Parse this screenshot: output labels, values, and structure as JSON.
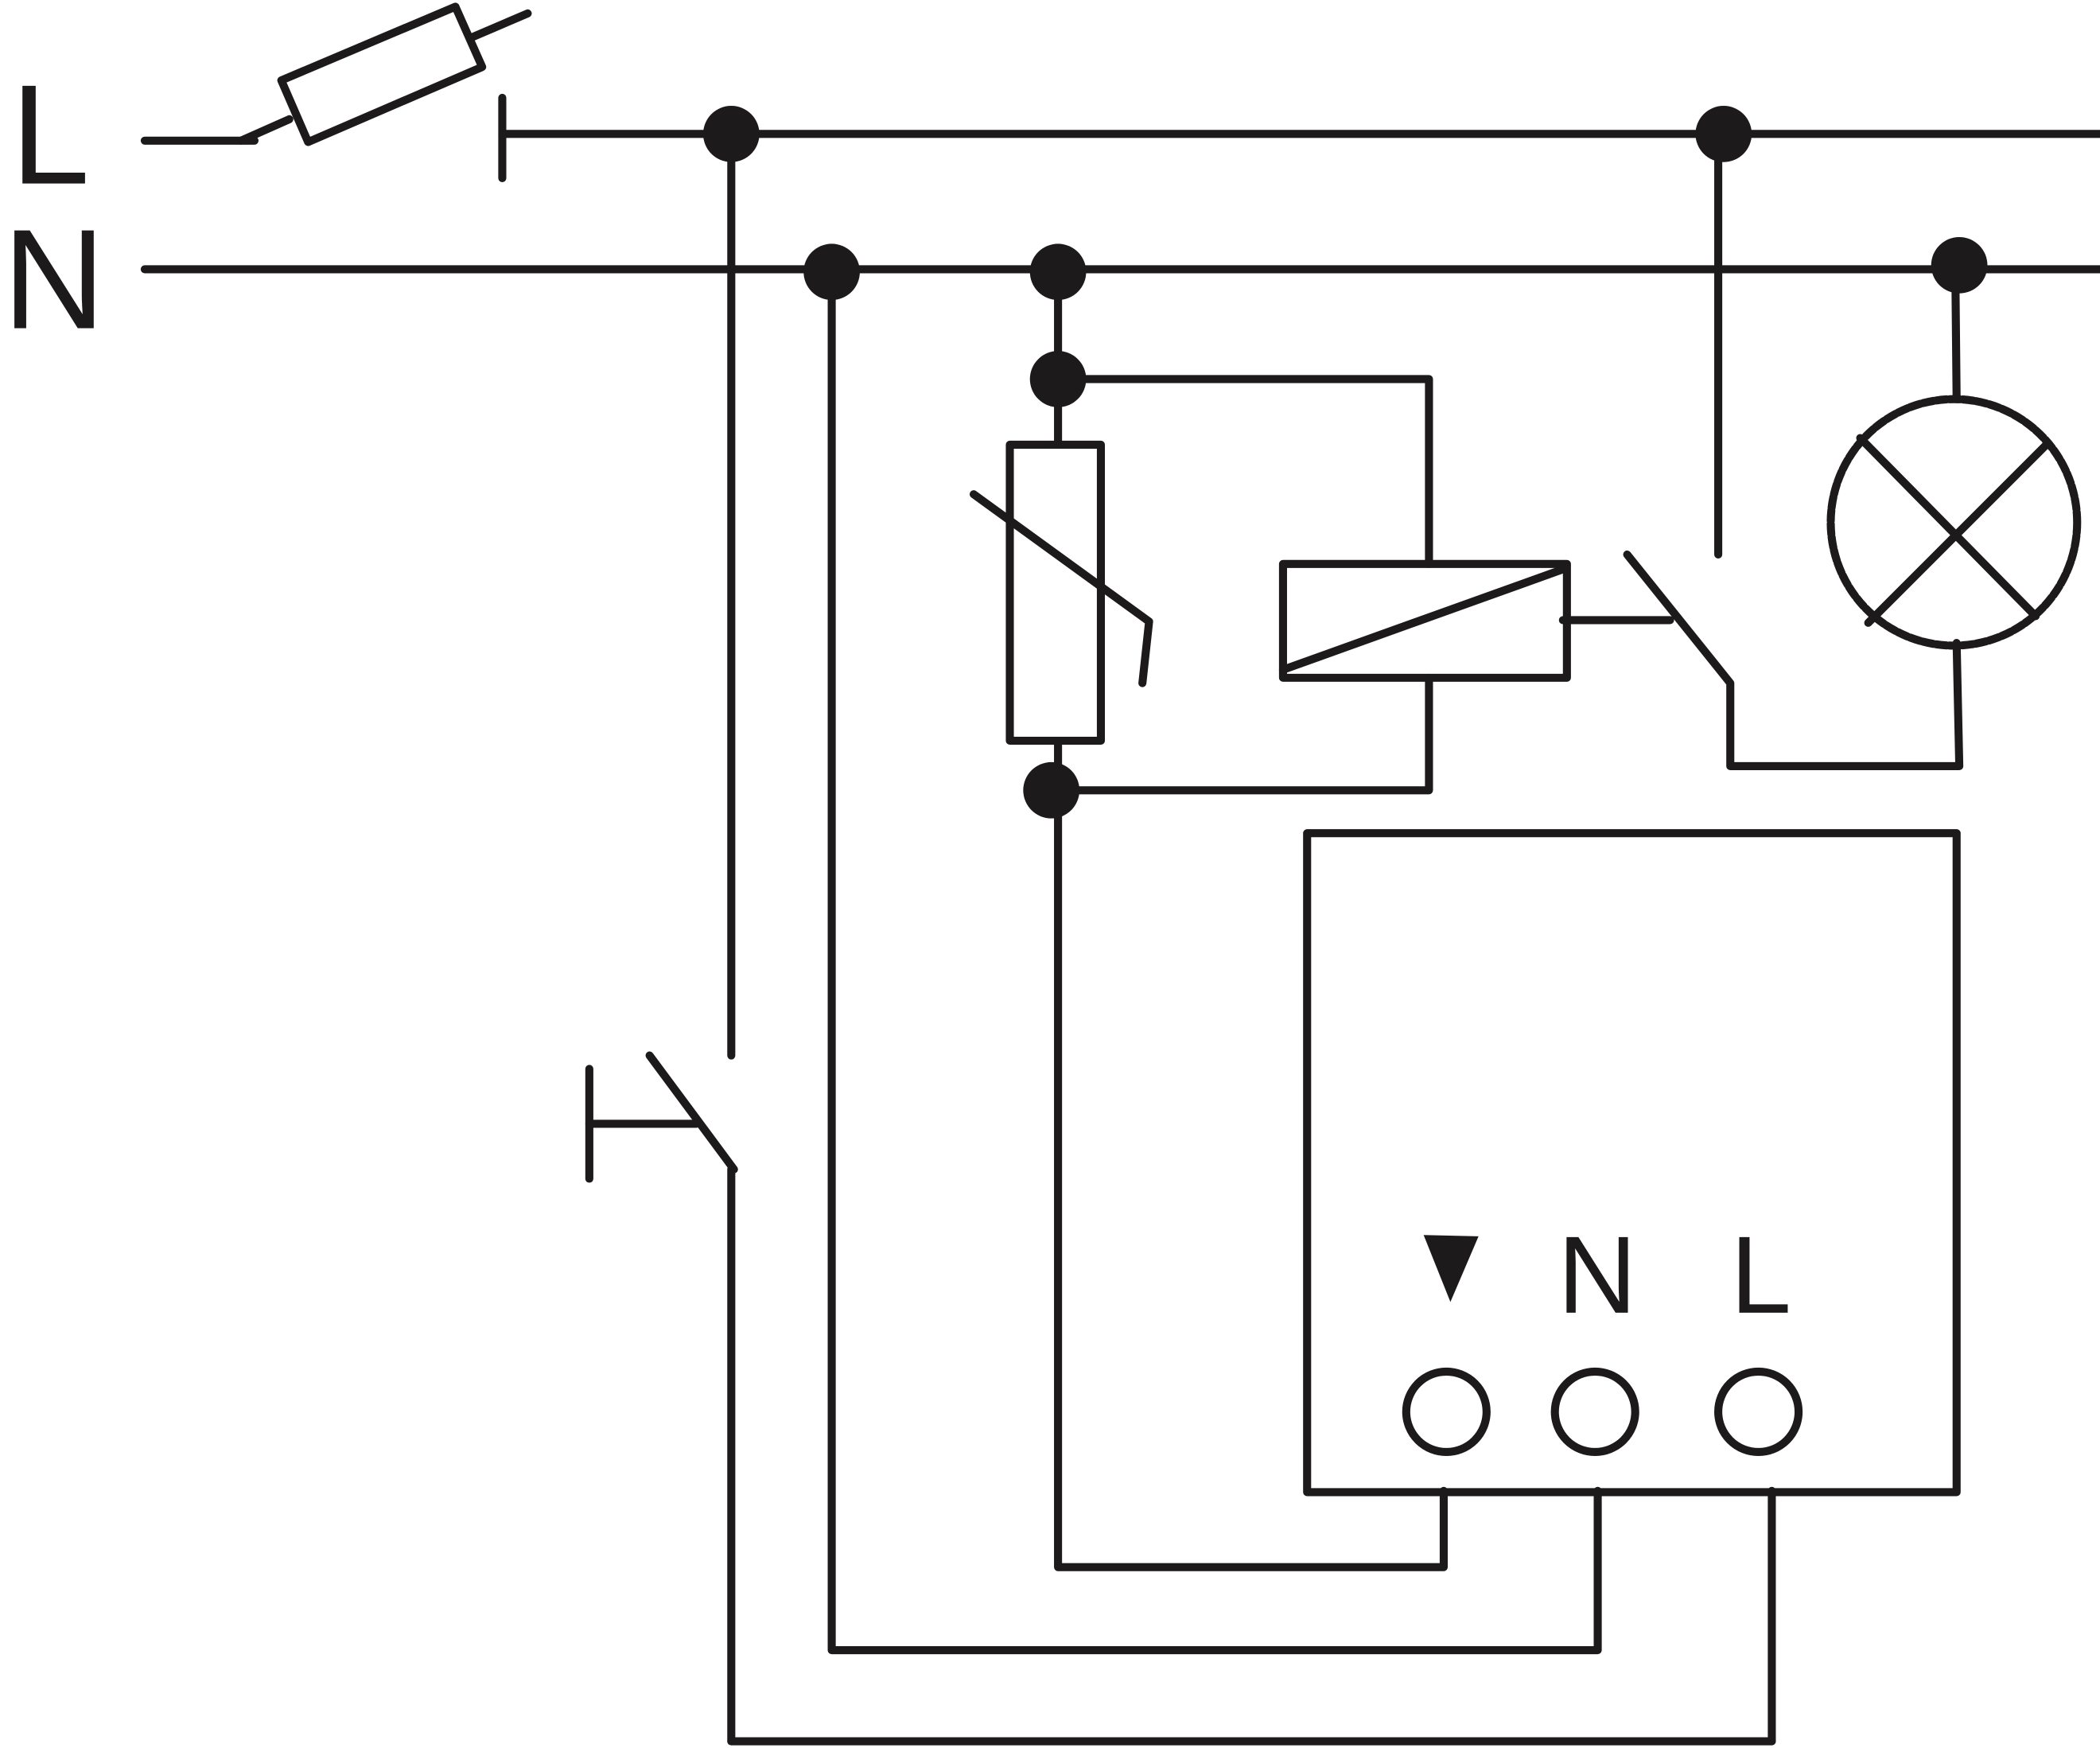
{
  "supply": {
    "line_label": "L",
    "neutral_label": "N"
  },
  "device": {
    "terminal_neutral_label": "N",
    "terminal_line_label": "L"
  },
  "colors": {
    "wire": "#1d1a1b",
    "background": "#ffffff"
  }
}
